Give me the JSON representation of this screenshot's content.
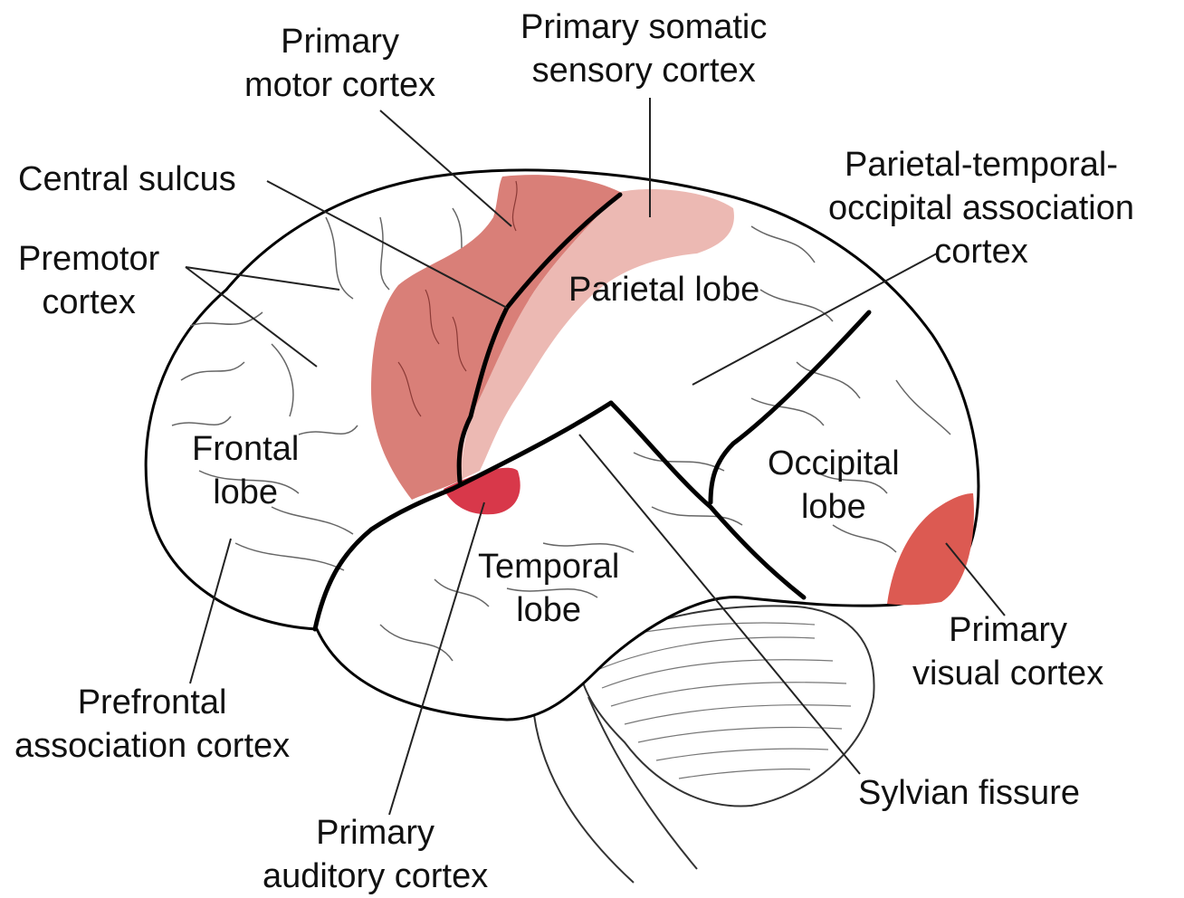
{
  "colors": {
    "motor_cortex": "#d97f78",
    "somatic_cortex": "#ecb9b3",
    "auditory_cortex": "#d8384a",
    "visual_cortex": "#dc5a52",
    "outline": "#000000",
    "leader": "#222222"
  },
  "labels": {
    "primary_motor_cortex": [
      "Primary",
      "motor cortex"
    ],
    "primary_somatic_sensory_cortex": [
      "Primary somatic",
      "sensory cortex"
    ],
    "central_sulcus": [
      "Central sulcus"
    ],
    "premotor_cortex": [
      "Premotor",
      "cortex"
    ],
    "parietal_temporal_occipital": [
      "Parietal-temporal-",
      "occipital association",
      "cortex"
    ],
    "parietal_lobe": [
      "Parietal lobe"
    ],
    "frontal_lobe": [
      "Frontal",
      "lobe"
    ],
    "occipital_lobe": [
      "Occipital",
      "lobe"
    ],
    "temporal_lobe": [
      "Temporal",
      "lobe"
    ],
    "primary_visual_cortex": [
      "Primary",
      "visual cortex"
    ],
    "prefrontal_association_cortex": [
      "Prefrontal",
      "association cortex"
    ],
    "sylvian_fissure": [
      "Sylvian fissure"
    ],
    "primary_auditory_cortex": [
      "Primary",
      "auditory cortex"
    ]
  }
}
